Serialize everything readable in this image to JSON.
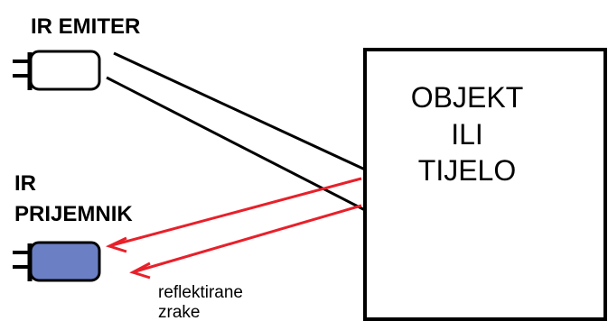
{
  "labels": {
    "emitter": "IR EMITER",
    "receiver_line1": "IR",
    "receiver_line2": "PRIJEMNIK",
    "object_line1": "OBJEKT",
    "object_line2": "ILI",
    "object_line3": "TIJELO",
    "reflected_line1": "reflektirane",
    "reflected_line2": "zrake"
  },
  "colors": {
    "emitter_fill": "#ffffff",
    "receiver_fill": "#6b7fc4",
    "reflected_ray": "#e8202a",
    "line": "#000000"
  }
}
